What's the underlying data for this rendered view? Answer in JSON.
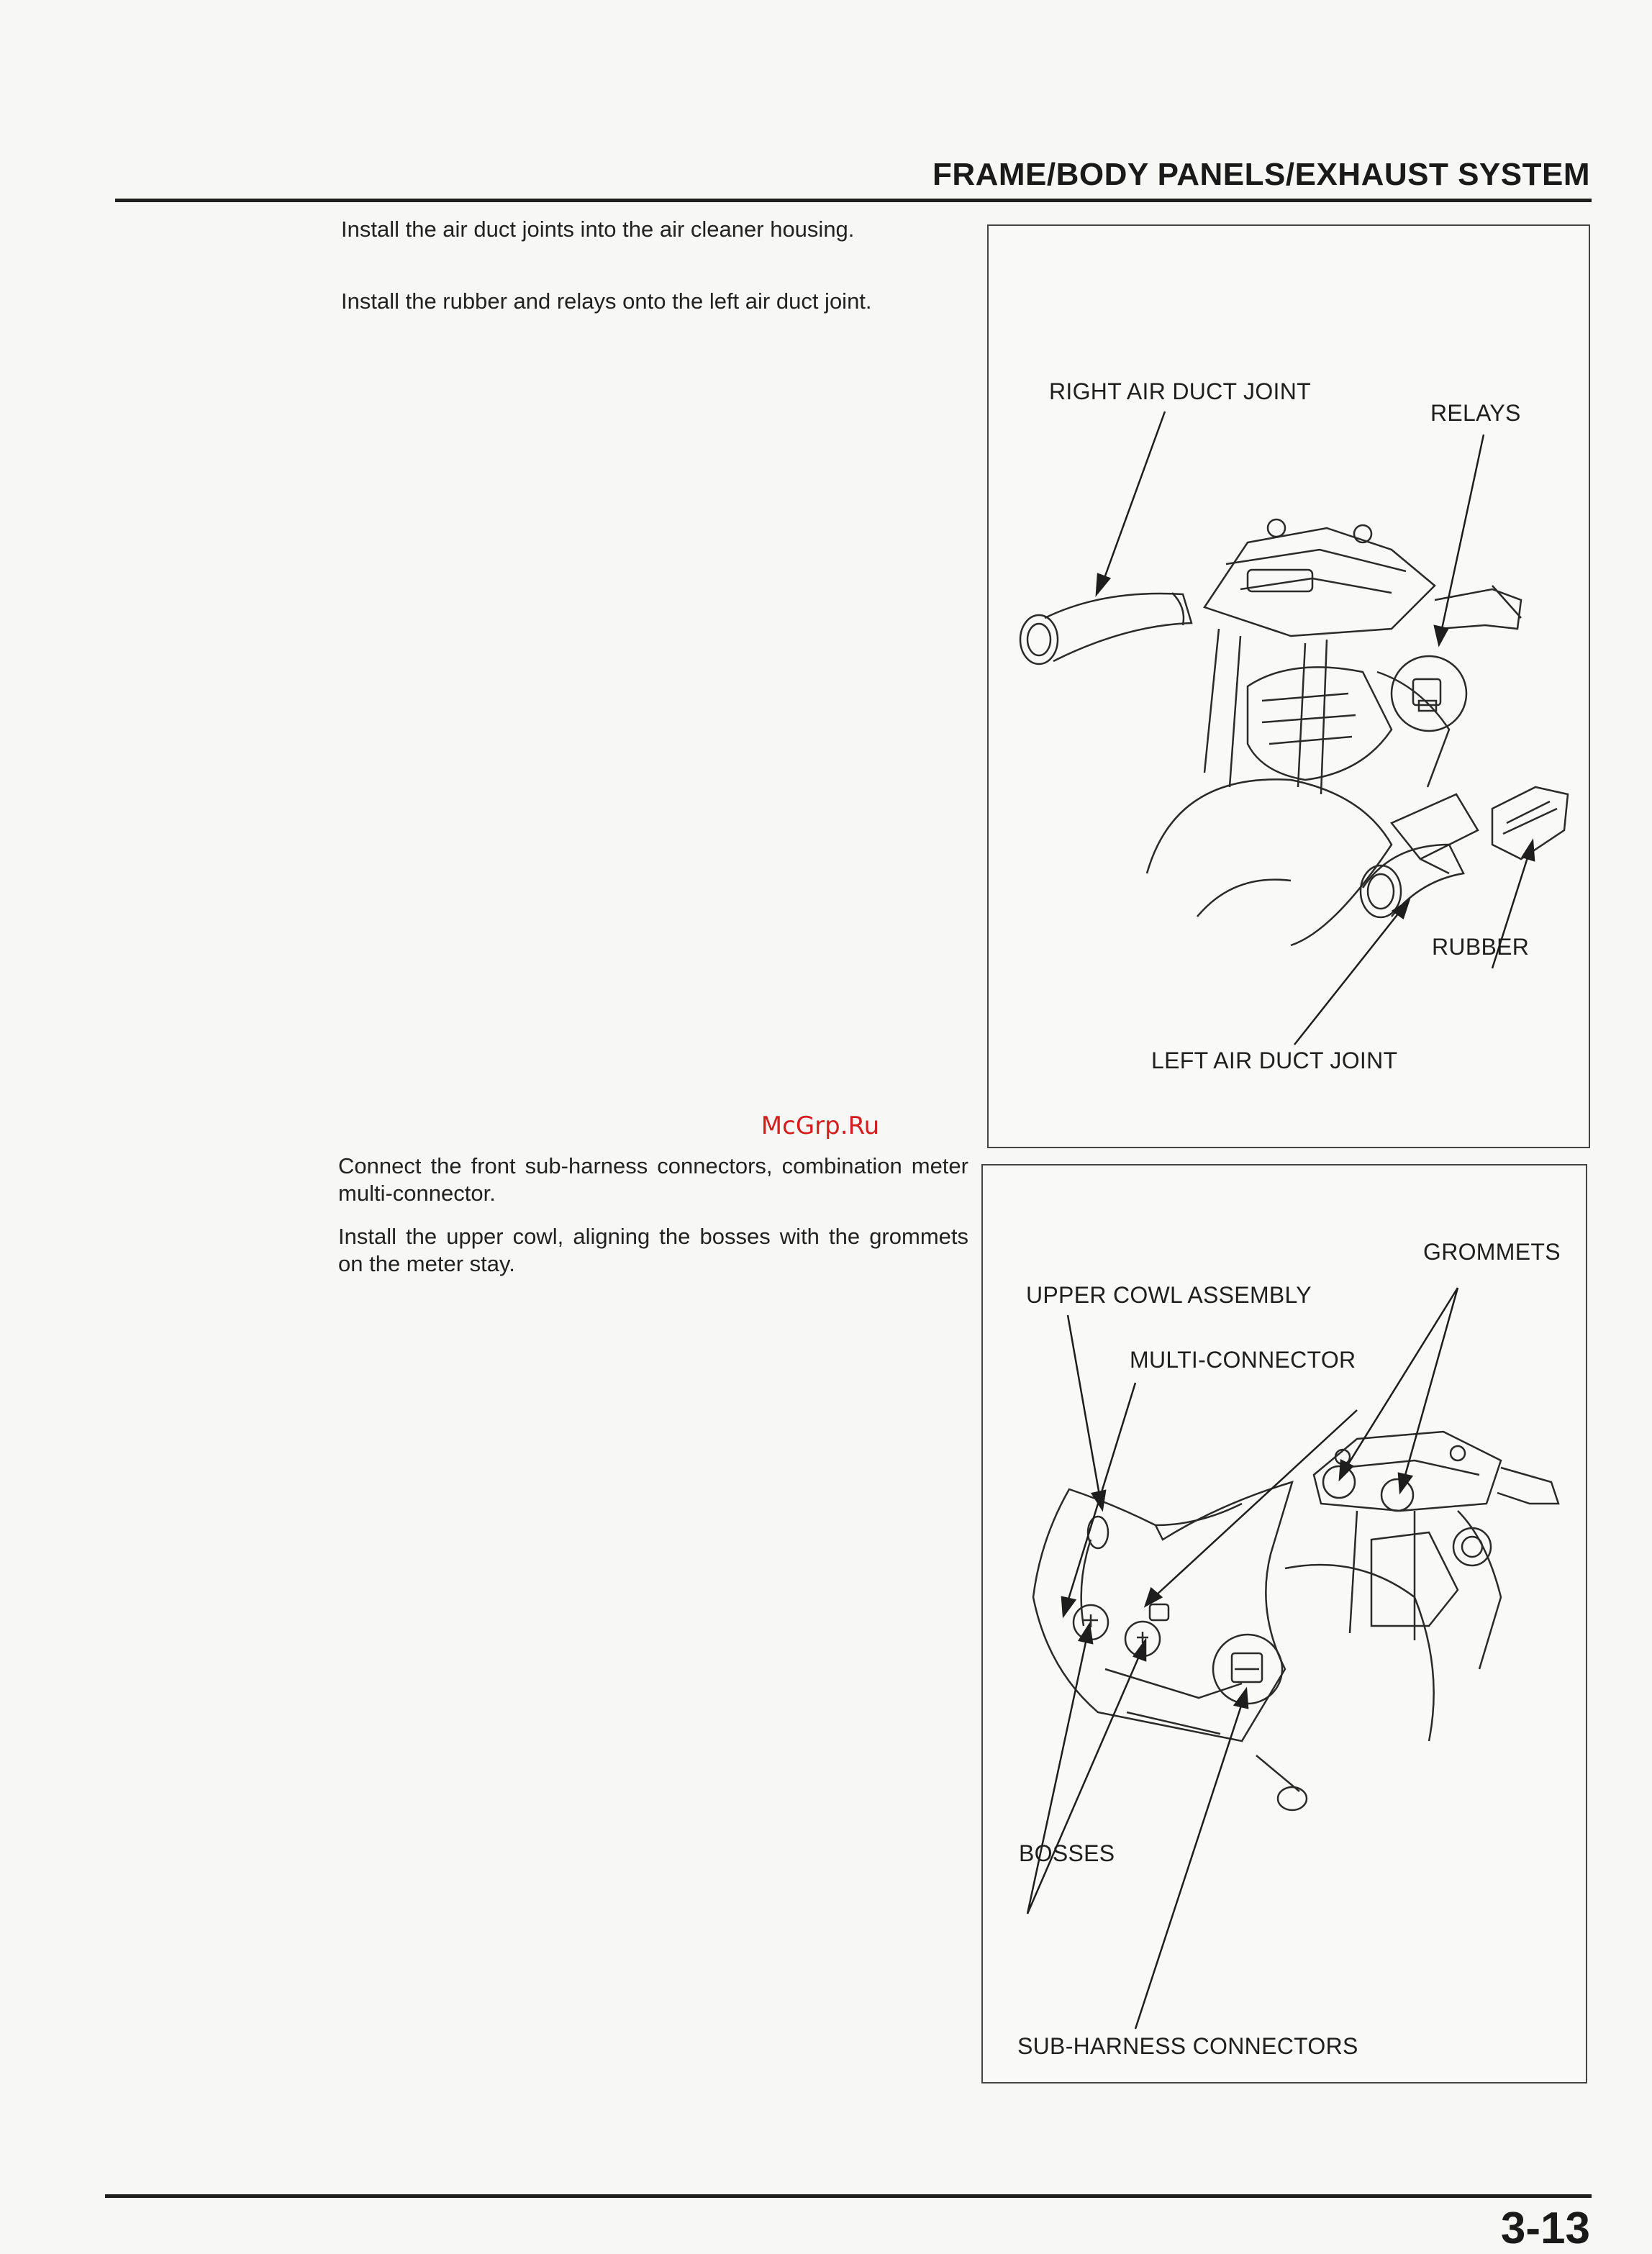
{
  "header": {
    "section_title": "FRAME/BODY PANELS/EXHAUST SYSTEM"
  },
  "body": {
    "step1_text": "Install the air duct joints into the air cleaner housing.",
    "step2_text": "Install the rubber and relays onto the left air duct joint.",
    "step3_text": "Connect the front sub-harness connectors, combination meter multi-connector.",
    "step4_text": "Install the upper cowl, aligning the bosses with the grommets on the meter stay."
  },
  "watermark": "McGrp.Ru",
  "figure1": {
    "labels": {
      "right_air_duct_joint": "RIGHT AIR DUCT JOINT",
      "relays": "RELAYS",
      "rubber": "RUBBER",
      "left_air_duct_joint": "LEFT AIR DUCT JOINT"
    }
  },
  "figure2": {
    "labels": {
      "grommets": "GROMMETS",
      "upper_cowl_assembly": "UPPER COWL ASSEMBLY",
      "multi_connector": "MULTI-CONNECTOR",
      "bosses": "BOSSES",
      "sub_harness_connectors": "SUB-HARNESS CONNECTORS"
    }
  },
  "footer": {
    "page_number": "3-13"
  }
}
